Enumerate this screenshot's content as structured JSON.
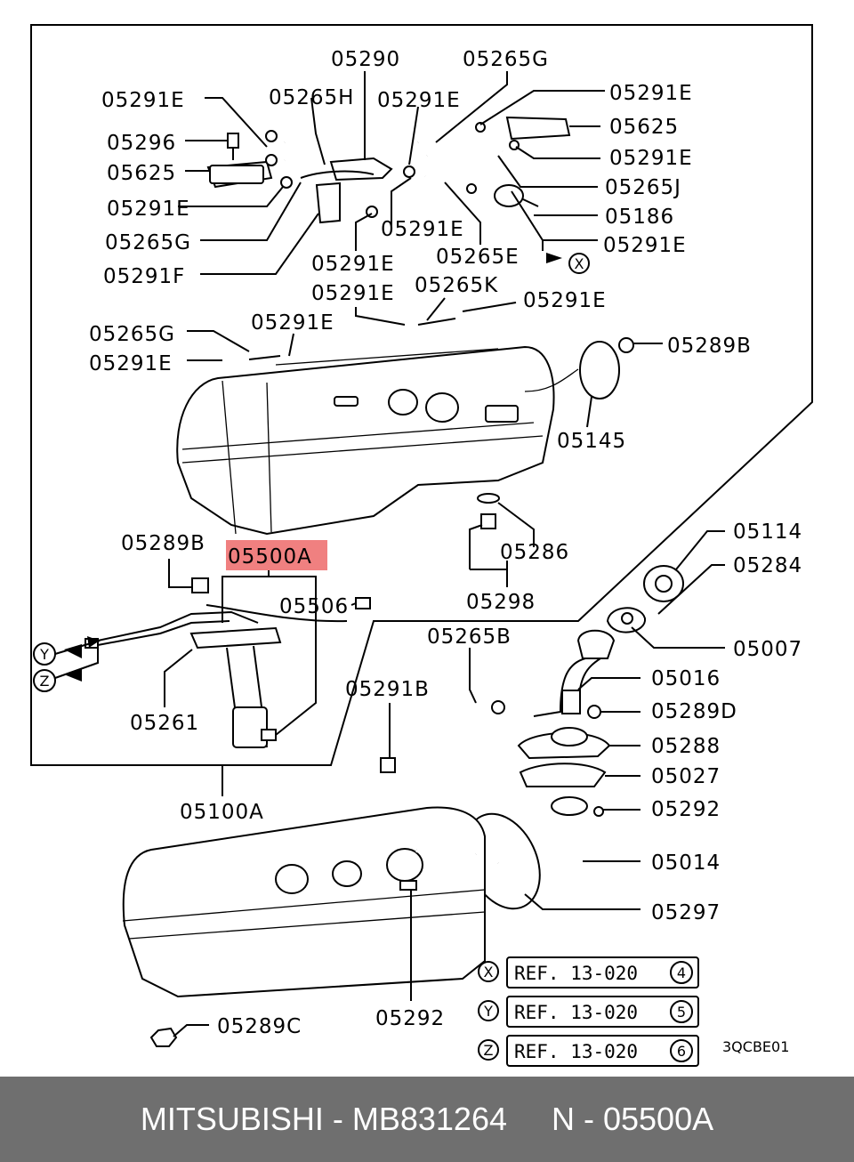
{
  "labels": {
    "p05290": "05290",
    "p05265G_top": "05265G",
    "p05291E_a": "05291E",
    "p05265H": "05265H",
    "p05291E_b": "05291E",
    "p05291E_c": "05291E",
    "p05625_r": "05625",
    "p05296": "05296",
    "p05625_l": "05625",
    "p05291E_d": "05291E",
    "p05265J": "05265J",
    "p05291E_e": "05291E",
    "p05186": "05186",
    "p05291E_f": "05291E",
    "p05265G_l": "05265G",
    "p05291E_g": "05291E",
    "p05291F": "05291F",
    "p05265E": "05265E",
    "p05291E_h": "05291E",
    "p05265K": "05265K",
    "p05291E_i": "05291E",
    "p05291E_j": "05291E",
    "p05265G_m": "05265G",
    "p05291E_k": "05291E",
    "p05289B_top": "05289B",
    "p05145": "05145",
    "p05289B_l": "05289B",
    "p05500A": "05500A",
    "p05506": "05506",
    "p05286": "05286",
    "p05298": "05298",
    "p05114": "05114",
    "p05284": "05284",
    "p05007": "05007",
    "p05261": "05261",
    "p05265B": "05265B",
    "p05016": "05016",
    "p05291B": "05291B",
    "p05289D": "05289D",
    "p05288": "05288",
    "p05027": "05027",
    "p05100A": "05100A",
    "p05292_r": "05292",
    "p05014": "05014",
    "p05297": "05297",
    "p05292_b": "05292",
    "p05289C": "05289C"
  },
  "markers": {
    "x": "X",
    "y": "Y",
    "z": "Z"
  },
  "references": [
    {
      "marker": "X",
      "text": "REF. 13-020",
      "num": "4"
    },
    {
      "marker": "Y",
      "text": "REF. 13-020",
      "num": "5"
    },
    {
      "marker": "Z",
      "text": "REF. 13-020",
      "num": "6"
    }
  ],
  "diagram_code": "3QCBE01",
  "highlight_color": "#f08080",
  "footer": {
    "text": "MITSUBISHI - MB831264     N - 05500A"
  }
}
